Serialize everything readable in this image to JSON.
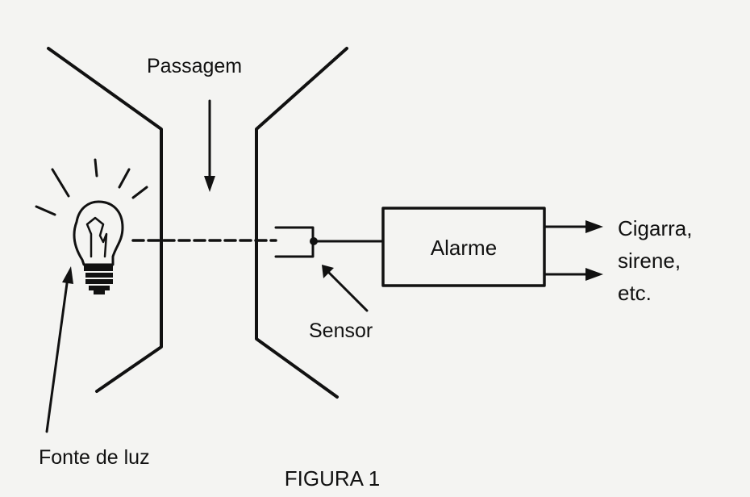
{
  "diagram": {
    "labels": {
      "passage": "Passagem",
      "light_source": "Fonte de luz",
      "sensor": "Sensor",
      "alarm": "Alarme",
      "outputs_line1": "Cigarra,",
      "outputs_line2": "sirene,",
      "outputs_line3": "etc.",
      "caption": "FIGURA 1"
    },
    "colors": {
      "ink": "#111111",
      "paper": "#f4f4f2"
    }
  }
}
